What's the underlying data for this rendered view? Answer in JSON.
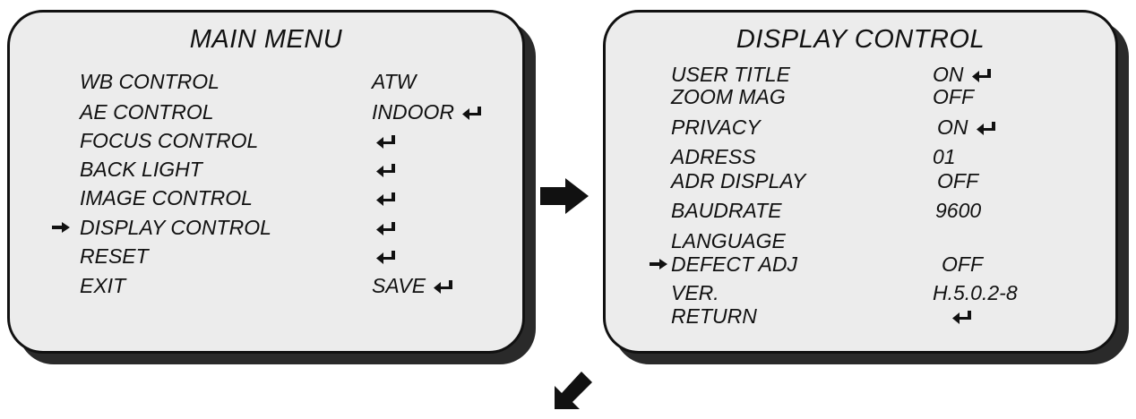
{
  "main_menu": {
    "title": "MAIN MENU",
    "items": [
      {
        "label": "WB CONTROL",
        "value": "ATW",
        "enter": false
      },
      {
        "label": "AE CONTROL",
        "value": "INDOOR",
        "enter": true
      },
      {
        "label": "FOCUS CONTROL",
        "value": "",
        "enter": true
      },
      {
        "label": "BACK LIGHT",
        "value": "",
        "enter": true
      },
      {
        "label": "IMAGE CONTROL",
        "value": "",
        "enter": true
      },
      {
        "label": "DISPLAY CONTROL",
        "value": "",
        "enter": true,
        "selected": true
      },
      {
        "label": "RESET",
        "value": "",
        "enter": true
      },
      {
        "label": "EXIT",
        "value": "SAVE",
        "enter": true
      }
    ]
  },
  "display_control": {
    "title": "DISPLAY CONTROL",
    "items": [
      {
        "label": "USER TITLE",
        "value": "ON",
        "enter": true
      },
      {
        "label": "ZOOM MAG",
        "value": "OFF",
        "enter": false
      },
      {
        "label": "PRIVACY",
        "value": "ON",
        "enter": true
      },
      {
        "label": "ADRESS",
        "value": "01",
        "enter": false
      },
      {
        "label": "ADR DISPLAY",
        "value": "OFF",
        "enter": false
      },
      {
        "label": "BAUDRATE",
        "value": "9600",
        "enter": false
      },
      {
        "label": "LANGUAGE",
        "value": "",
        "enter": false
      },
      {
        "label": "DEFECT ADJ",
        "value": "OFF",
        "enter": false,
        "selected": true
      },
      {
        "label": "VER.",
        "value": "H.5.0.2-8",
        "enter": false
      },
      {
        "label": "RETURN",
        "value": "",
        "enter": true
      }
    ]
  },
  "icons": {
    "enter": "return-arrow-icon",
    "cursor": "cursor-arrow-icon",
    "flow_right": "arrow-right-icon",
    "flow_down_left": "arrow-down-left-icon"
  },
  "colors": {
    "panel_face": "#ececec",
    "panel_shadow": "#2a2a2a",
    "ink": "#111111"
  }
}
